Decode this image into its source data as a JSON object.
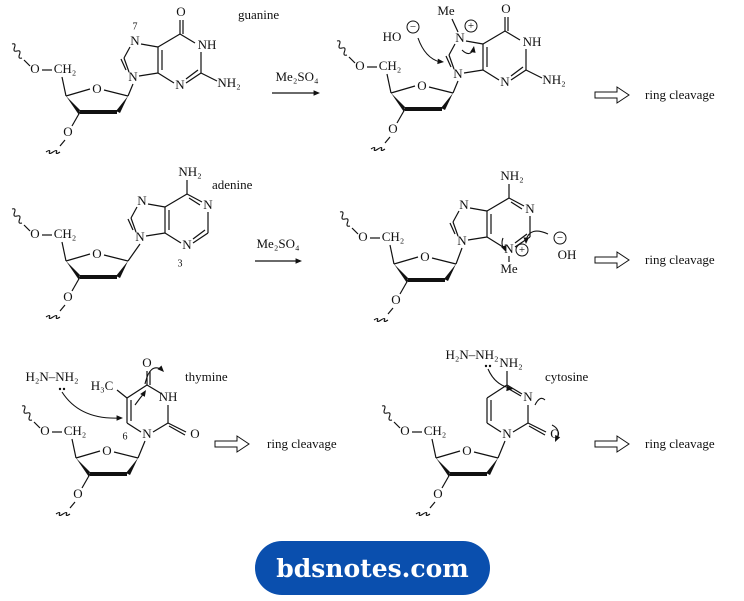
{
  "names": {
    "guanine": "guanine",
    "adenine": "adenine",
    "thymine": "thymine",
    "cytosine": "cytosine"
  },
  "reagent": "Me₂SO₄",
  "result": "ring cleavage",
  "hydrazine": "H₂N–NH₂",
  "atoms": {
    "N": "N",
    "NH": "NH",
    "O": "O",
    "NH2": "NH₂",
    "CH2": "CH₂",
    "Me": "Me",
    "OH": "OH",
    "HO": "HO",
    "H3C": "H₃C",
    "plus": "+",
    "minus": "−",
    "pos7": "7",
    "pos3": "3",
    "pos6": "6"
  },
  "footer": {
    "site": "bdsnotes.com"
  },
  "colors": {
    "footer_bg": "#0a4fae",
    "footer_text": "#ffffff",
    "ink": "#111111"
  }
}
